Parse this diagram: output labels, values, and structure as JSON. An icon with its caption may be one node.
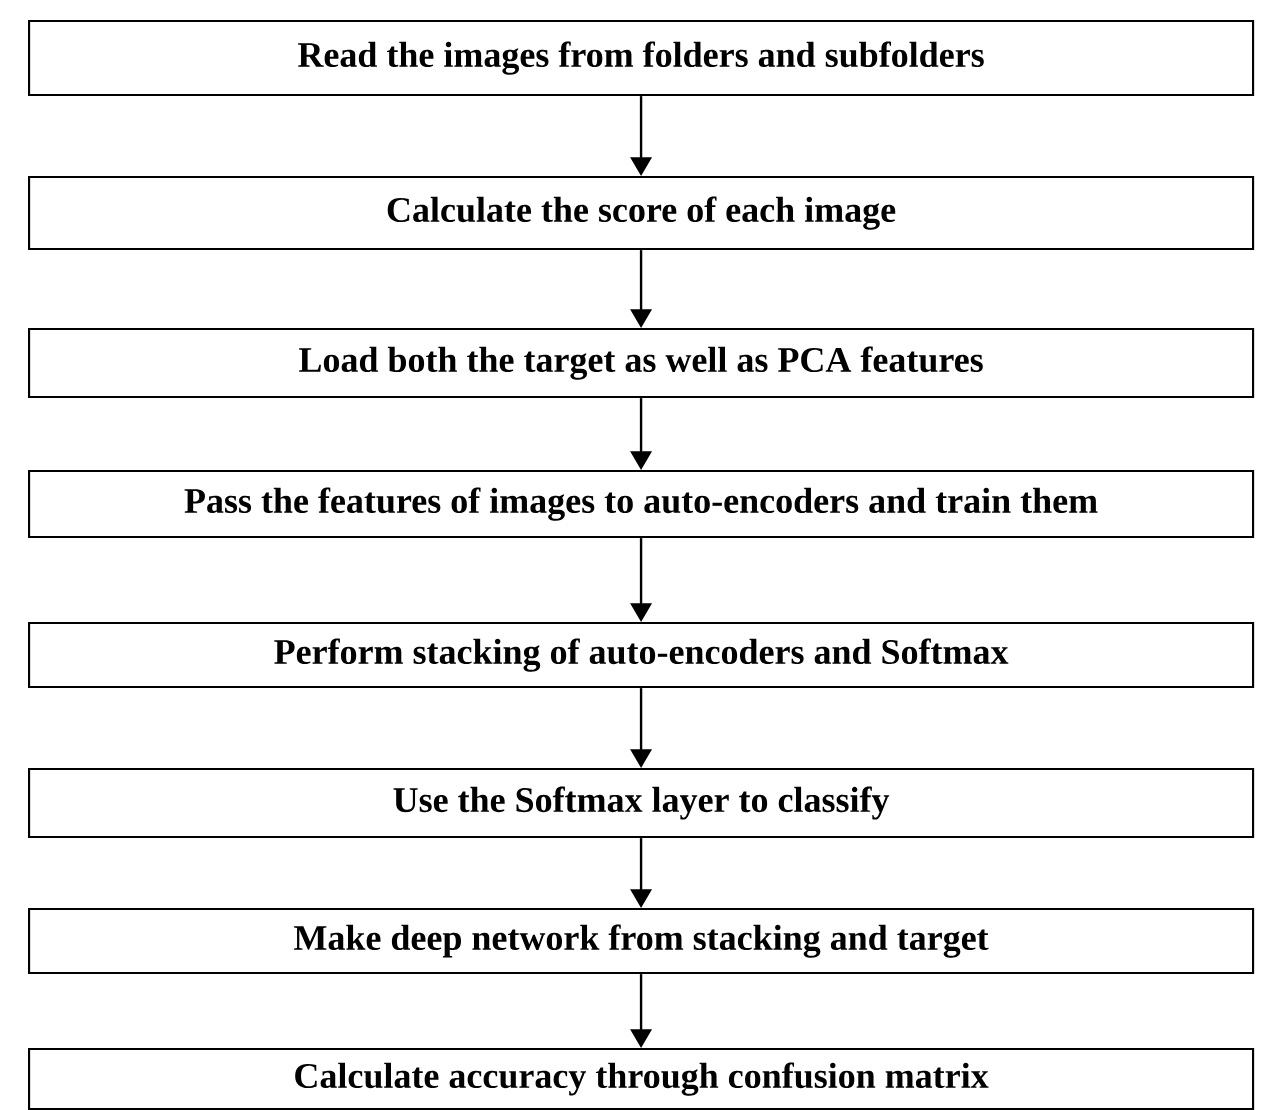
{
  "diagram": {
    "nodes": [
      {
        "text": [
          "Read the images from folders and subfolders"
        ]
      },
      {
        "text": [
          "Calculate the score of each image"
        ]
      },
      {
        "text": [
          "Load both the target as well as PCA features"
        ]
      },
      {
        "text": [
          "Pass the features of images to auto-encoders and train them"
        ]
      },
      {
        "text": [
          "Perform stacking of auto-encoders and Softmax"
        ]
      },
      {
        "text": [
          "Use the Softmax layer to classify"
        ]
      },
      {
        "text": [
          "Make deep network from stacking and target"
        ]
      },
      {
        "text": [
          "Calculate accuracy through confusion matrix"
        ]
      }
    ],
    "edges": [
      {
        "from": 0,
        "to": 1,
        "arrow": "to"
      },
      {
        "from": 1,
        "to": 2,
        "arrow": "to"
      },
      {
        "from": 2,
        "to": 3,
        "arrow": "to"
      },
      {
        "from": 3,
        "to": 4,
        "arrow": "to"
      },
      {
        "from": 4,
        "to": 5,
        "arrow": "to"
      },
      {
        "from": 5,
        "to": 6,
        "arrow": "to"
      },
      {
        "from": 6,
        "to": 7,
        "arrow": "to"
      }
    ]
  }
}
